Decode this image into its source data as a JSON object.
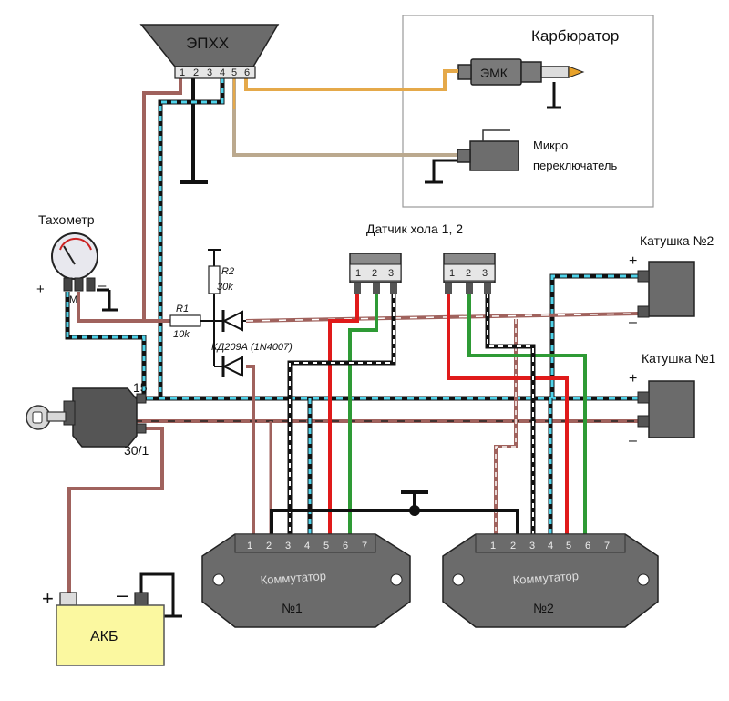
{
  "epxx": {
    "label": "ЭПХХ",
    "pins": [
      "1",
      "2",
      "3",
      "4",
      "5",
      "6"
    ]
  },
  "carburetor": {
    "title": "Карбюратор",
    "emk_label": "ЭМК",
    "micro_switch_label_1": "Микро",
    "micro_switch_label_2": "переключатель"
  },
  "tachometer": {
    "label": "Тахометр",
    "plus": "+",
    "m": "M",
    "minus": "–"
  },
  "hall_sensor": {
    "label": "Датчик хола 1, 2",
    "pins": [
      "1",
      "2",
      "3"
    ]
  },
  "coil2": {
    "label": "Катушка №2",
    "plus": "+",
    "minus": "–"
  },
  "coil1": {
    "label": "Катушка №1",
    "plus": "+",
    "minus": "–"
  },
  "resistors": {
    "r1_name": "R1",
    "r1_value": "10k",
    "r2_name": "R2",
    "r2_value": "30k"
  },
  "diodes": {
    "label": "КД209А (1N4007)"
  },
  "ignition": {
    "terminal_15": "15",
    "terminal_30": "30/1"
  },
  "battery": {
    "label": "АКБ",
    "plus": "+",
    "minus": "–"
  },
  "commutator1": {
    "label": "Коммутатор",
    "number": "№1",
    "pins": [
      "1",
      "2",
      "3",
      "4",
      "5",
      "6",
      "7"
    ]
  },
  "commutator2": {
    "label": "Коммутатор",
    "number": "№2",
    "pins": [
      "1",
      "2",
      "3",
      "4",
      "5",
      "6",
      "7"
    ]
  },
  "colors": {
    "brown": "#a0625d",
    "cyan": "#4fd3ea",
    "red": "#e01a1a",
    "green": "#2e9a35",
    "orange": "#e5a94a",
    "gray": "#bba98e",
    "component": "#6b6b6b",
    "battery": "#fbf8a0"
  }
}
